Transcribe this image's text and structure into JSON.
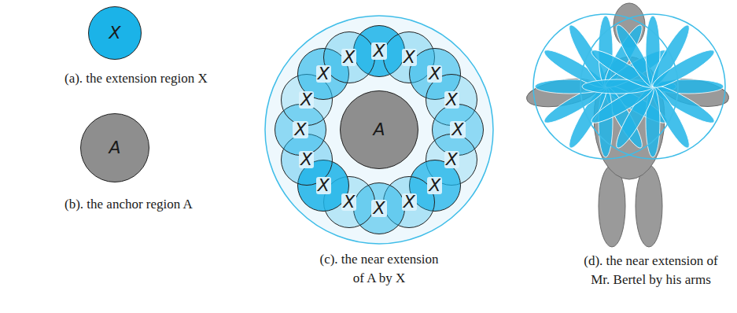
{
  "diagram": {
    "nodes": [
      {
        "text": [
          "X"
        ]
      },
      {
        "text": [
          "A"
        ]
      },
      {
        "text": [
          "A"
        ]
      },
      {
        "text": [
          "X"
        ]
      },
      {
        "text": [
          "X"
        ]
      },
      {
        "text": [
          "X"
        ]
      },
      {
        "text": [
          "X"
        ]
      },
      {
        "text": [
          "X"
        ]
      },
      {
        "text": [
          "X"
        ]
      },
      {
        "text": [
          "X"
        ]
      },
      {
        "text": [
          "X"
        ]
      },
      {
        "text": [
          "X"
        ]
      },
      {
        "text": [
          "X"
        ]
      },
      {
        "text": [
          "X"
        ]
      },
      {
        "text": [
          "X"
        ]
      },
      {
        "text": [
          "X"
        ]
      },
      {
        "text": [
          "X"
        ]
      },
      {
        "text": [
          "X"
        ]
      },
      {
        "text": [
          "X"
        ]
      }
    ],
    "labels": [
      "(a). the extension region X",
      "(b). the anchor region A",
      "(c). the near extension of A by X",
      "(d). the near extension of Mr. Bertel by his arms"
    ]
  }
}
